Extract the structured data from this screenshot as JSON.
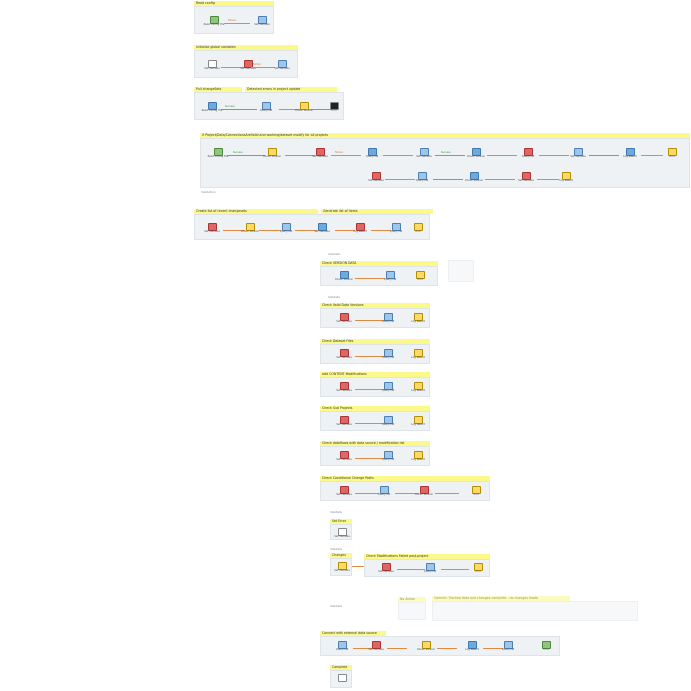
{
  "labels": {
    "g1": "Read config",
    "g2": "Initialize global variables",
    "g3": "Pull changeSets",
    "g3b": "Detected errors in project update",
    "g4": "If Project/Data/ConnectionsAreValid and working/dataset modify for all projects",
    "g4_link": "Validation",
    "g5": "Create list of recent changesets",
    "g5b": "Generate list of items",
    "g6_link": "Validate",
    "g6": "Check VERSION DATA",
    "g7_link": "Validate",
    "g7": "Check Valid Data Versions",
    "g8": "Check Dataset Files",
    "g9": "Add CONTENT Modifications",
    "g10": "Check Sub Projects",
    "g11": "Check dataflows with data source / modification list",
    "g12": "Check Conditional Change Paths",
    "g13_link": "Validate",
    "g13a": "Set Error",
    "g14_link": "Validate",
    "g14a": "Changes",
    "g14": "Check Modifications Failed post-project",
    "g15_link": "Validate",
    "g15a": "No Action",
    "g15": "Commit: Tracked data and changes complete - no changes made",
    "g16": "Connect with external data source",
    "g17": "Complete",
    "conn_ok": "Success",
    "conn_fail": "Failure",
    "conn_next": "Next",
    "step_read": "Read Config File",
    "step_set": "Set Variable",
    "step_db": "Query DB",
    "step_check": "Check Version",
    "step_log": "Log Result",
    "step_end": "End"
  },
  "colors": {
    "title_bg": "#fbf98a",
    "group_bg": "#eef2f5",
    "conn_fail": "#e08a44",
    "conn_ok": "#5db85d"
  }
}
